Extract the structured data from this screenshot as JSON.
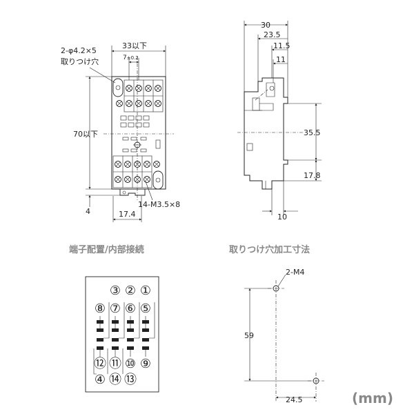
{
  "front_view": {
    "dim_width": "33以下",
    "dim_pitch": "7",
    "dim_pitch_tol": "±0.2",
    "dim_height": "70以下",
    "dim_bottom": "17.4",
    "dim_foot": "4",
    "hole_label_line1": "2-φ4.2×5",
    "hole_label_line2": "取りつけ穴",
    "screw_label": "14-M3.5×8"
  },
  "side_view": {
    "dim_30": "30",
    "dim_23_5": "23.5",
    "dim_11_5": "11.5",
    "dim_11": "11",
    "dim_35_5": "35.5",
    "dim_17_8": "17.8",
    "dim_10": "10"
  },
  "titles": {
    "wiring": "端子配置/内部接続",
    "mounting": "取りつけ穴加工寸法"
  },
  "wiring": {
    "terminals_top": [
      "③",
      "②",
      "①"
    ],
    "terminals_row2": [
      "⑧",
      "⑦",
      "⑥",
      "⑤"
    ],
    "terminals_row3": [
      "⑫",
      "⑪",
      "⑩",
      "⑨"
    ],
    "terminals_bottom": [
      "④",
      "⑭",
      "⑬"
    ]
  },
  "mounting": {
    "hole_label": "2-M4",
    "dim_59": "59",
    "dim_24_5": "24.5"
  },
  "unit_label": "(mm)"
}
